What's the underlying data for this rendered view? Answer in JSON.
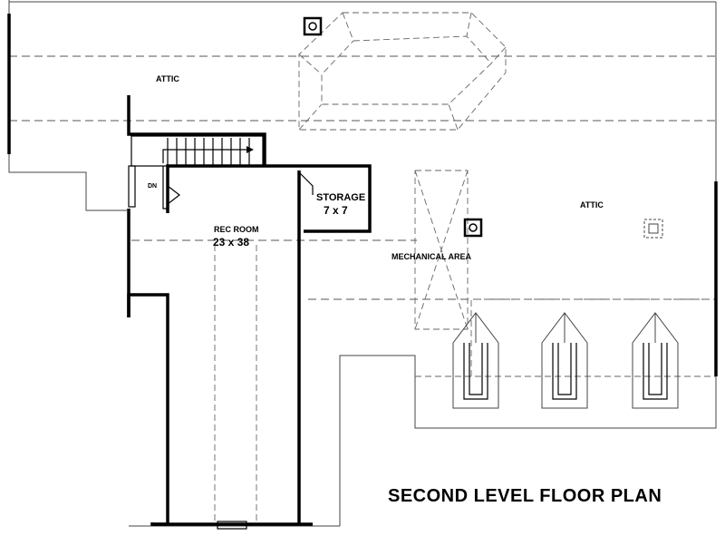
{
  "plan": {
    "title": "SECOND LEVEL FLOOR PLAN",
    "rooms": {
      "attic_left": {
        "name": "ATTIC"
      },
      "attic_right": {
        "name": "ATTIC"
      },
      "storage": {
        "name": "STORAGE",
        "size": "7 x 7"
      },
      "rec_room": {
        "name": "REC ROOM",
        "size": "23 x 38"
      },
      "mechanical": {
        "name": "MECHANICAL AREA"
      }
    },
    "stair": {
      "label": "DN"
    },
    "icons": [
      "vent-icon",
      "vent-icon",
      "skylight-icon"
    ]
  }
}
